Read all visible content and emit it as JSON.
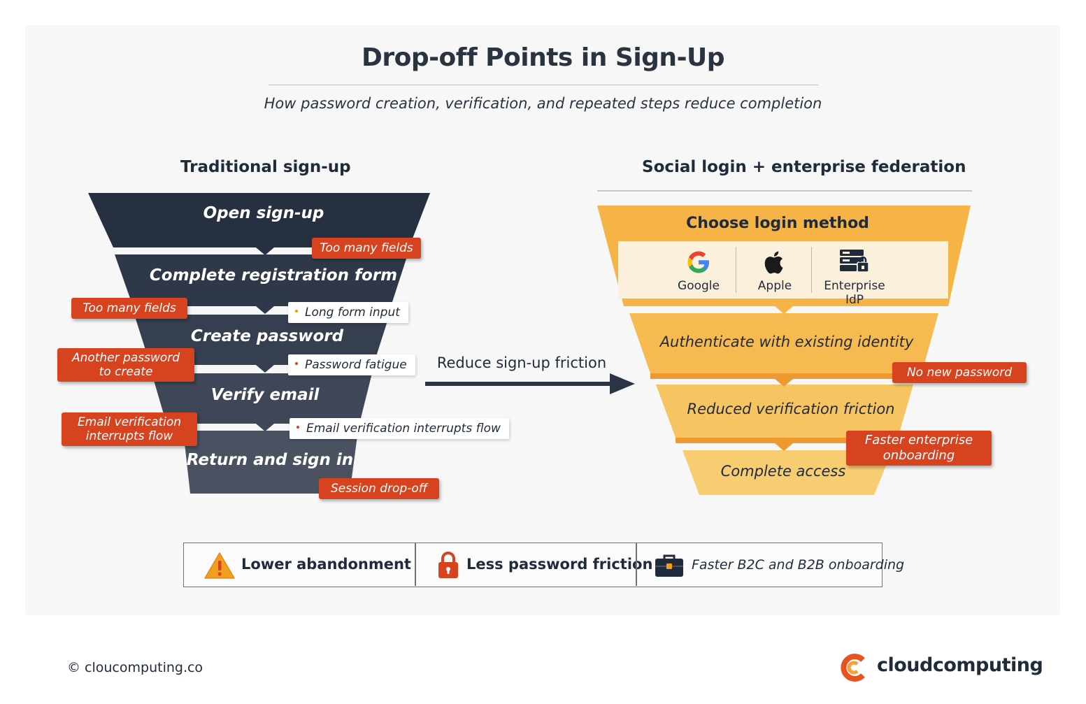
{
  "header": {
    "title": "Drop-off Points in Sign-Up",
    "subtitle": "How password creation, verification, and repeated steps reduce completion"
  },
  "traditional": {
    "heading": "Traditional sign-up",
    "stages": [
      "Open sign-up",
      "Complete registration form",
      "Create password",
      "Verify email",
      "Return and sign in"
    ],
    "red_tags": [
      "Too many fields",
      "Too many fields",
      "Another password to create",
      "Email verification interrupts flow",
      "Session drop-off"
    ],
    "white_tags": [
      "Long form input",
      "Password fatigue",
      "Email verification interrupts flow"
    ],
    "color": "#2b3445"
  },
  "arrow": {
    "label": "Reduce sign-up friction"
  },
  "federated": {
    "heading": "Social login + enterprise federation",
    "choose_label": "Choose login method",
    "options": [
      {
        "label": "Google",
        "icon": "google-icon"
      },
      {
        "label": "Apple",
        "icon": "apple-icon"
      },
      {
        "label": "Enterprise IdP",
        "icon": "enterprise-idp-icon"
      }
    ],
    "stages": [
      "Authenticate with existing identity",
      "Reduced verification friction",
      "Complete access"
    ],
    "red_tags": [
      "No new password",
      "Faster enterprise onboarding"
    ],
    "color": "#f5b445"
  },
  "benefits": [
    {
      "label": "Lower abandonment",
      "icon": "warning-icon"
    },
    {
      "label": "Less password friction",
      "icon": "lock-icon"
    },
    {
      "label": "Faster B2C and B2B onboarding",
      "icon": "briefcase-icon"
    }
  ],
  "footer": {
    "copyright": "© cloucomputing.co",
    "brand": "cloudcomputing"
  },
  "colors": {
    "accent_red": "#d8431f",
    "dark": "#2b3445",
    "gold": "#f5b445"
  }
}
